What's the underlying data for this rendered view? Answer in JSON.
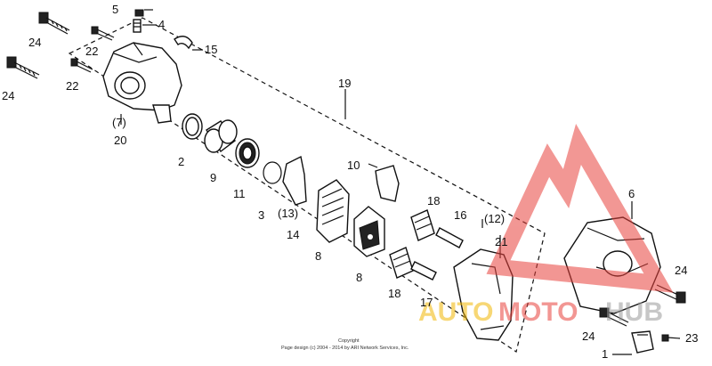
{
  "callouts": {
    "c1": "1",
    "c2": "2",
    "c3": "3",
    "c4": "4",
    "c5": "5",
    "c6": "6",
    "c7": "(7)",
    "c8a": "8",
    "c8b": "8",
    "c9": "9",
    "c10": "10",
    "c11": "11",
    "c12": "(12)",
    "c13": "(13)",
    "c14": "14",
    "c15": "15",
    "c16": "16",
    "c17": "17",
    "c18a": "18",
    "c18b": "18",
    "c19": "19",
    "c20": "20",
    "c21": "21",
    "c22a": "22",
    "c22b": "22",
    "c23": "23",
    "c24a": "24",
    "c24b": "24",
    "c24c": "24",
    "c24d": "24"
  },
  "copyright": {
    "line1": "Copyright",
    "line2": "Page design (c) 2004 - 2014 by ARI Network Services, Inc."
  },
  "watermark": {
    "word_auto": "AUTO",
    "word_moto": "MOTO",
    "word_hub": "HUB",
    "red": "#e8413c",
    "yellow": "#f2b705",
    "gray": "#9a9a9a"
  }
}
